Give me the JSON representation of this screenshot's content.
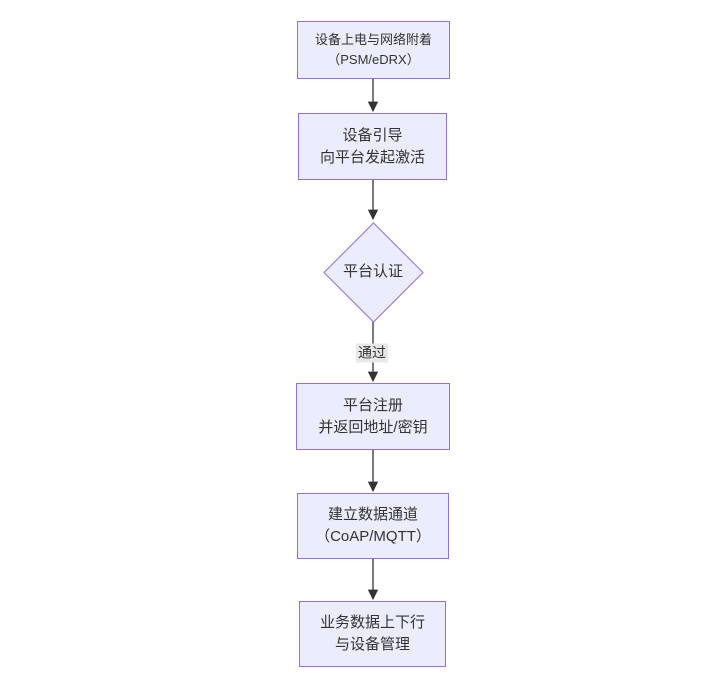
{
  "colors": {
    "background": "#ffffff",
    "node_fill": "#ececff",
    "node_border": "#9370db",
    "text": "#333333",
    "edge": "#333333",
    "edge_label_bg": "#e8e8e8"
  },
  "nodes": [
    {
      "id": "power-attach",
      "shape": "rect",
      "lines": [
        "设备上电与网络附着",
        "（PSM/eDRX）"
      ]
    },
    {
      "id": "bootstrap",
      "shape": "rect",
      "lines": [
        "设备引导",
        "向平台发起激活"
      ]
    },
    {
      "id": "platform-auth",
      "shape": "diamond",
      "lines": [
        "平台认证"
      ]
    },
    {
      "id": "platform-register",
      "shape": "rect",
      "lines": [
        "平台注册",
        "并返回地址/密钥"
      ]
    },
    {
      "id": "data-channel",
      "shape": "rect",
      "lines": [
        "建立数据通道",
        "（CoAP/MQTT）"
      ]
    },
    {
      "id": "business-data",
      "shape": "rect",
      "lines": [
        "业务数据上下行",
        "与设备管理"
      ]
    }
  ],
  "edges": [
    {
      "from": "power-attach",
      "to": "bootstrap",
      "label": ""
    },
    {
      "from": "bootstrap",
      "to": "platform-auth",
      "label": ""
    },
    {
      "from": "platform-auth",
      "to": "platform-register",
      "label": "通过"
    },
    {
      "from": "platform-register",
      "to": "data-channel",
      "label": ""
    },
    {
      "from": "data-channel",
      "to": "business-data",
      "label": ""
    }
  ]
}
